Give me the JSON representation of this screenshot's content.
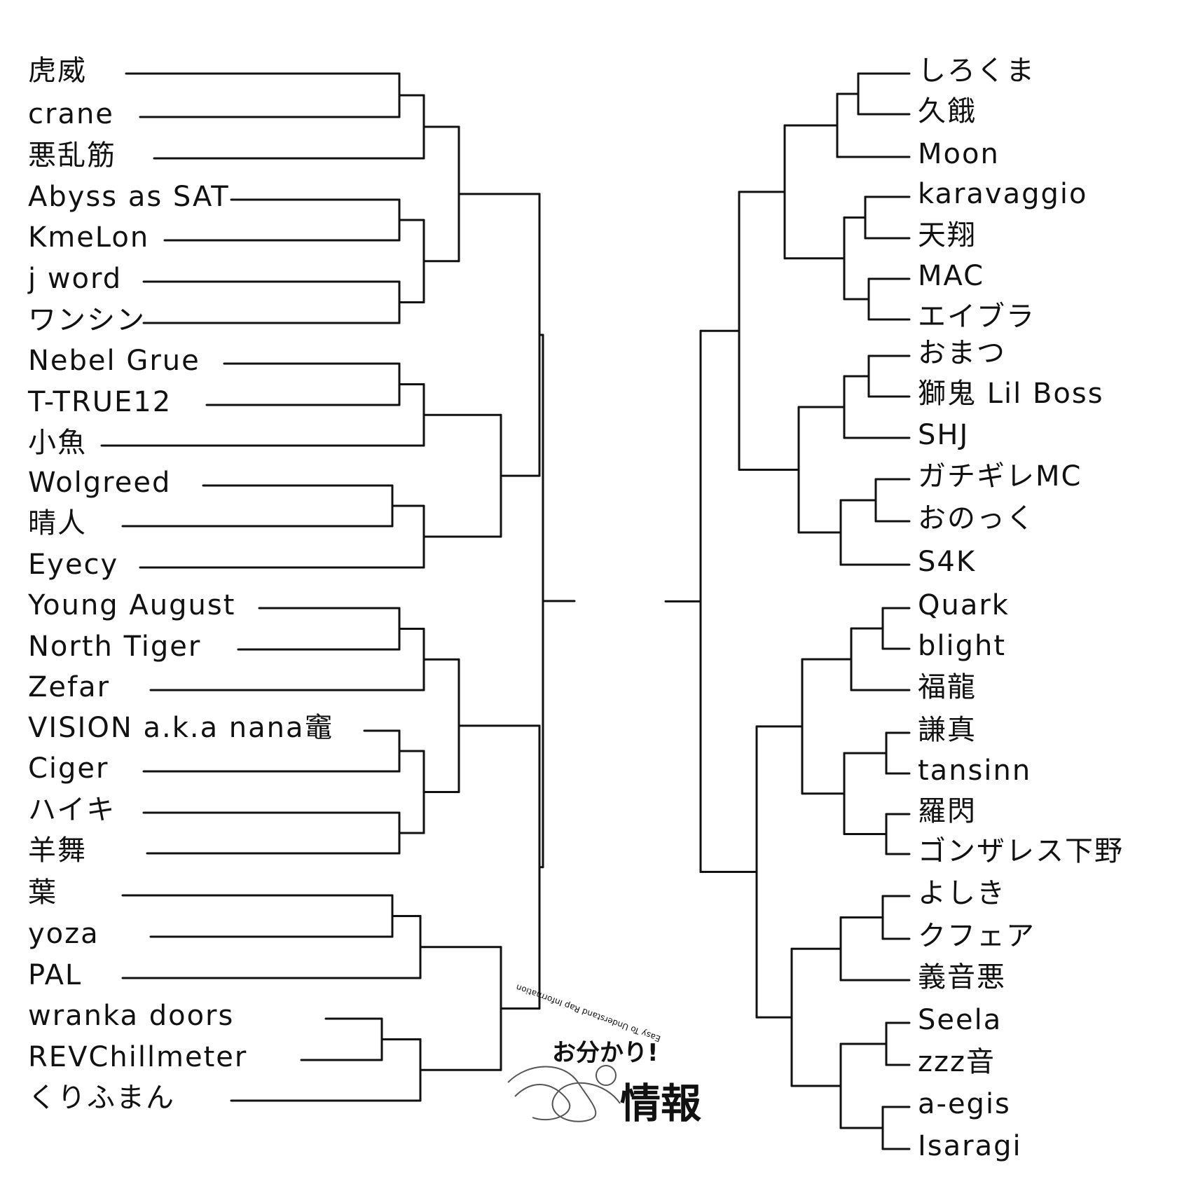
{
  "left": [
    "虎威",
    "crane",
    "悪乱筋",
    "Abyss as SAT",
    "KmeLon",
    "j word",
    "ワンシン",
    "Nebel Grue",
    "T-TRUE12",
    "小魚",
    "Wolgreed",
    "晴人",
    "Eyecy",
    "Young August",
    "North Tiger",
    "Zefar",
    "VISION a.k.a nana竈",
    "Ciger",
    "ハイキ",
    "羊舞",
    "葉",
    "yoza",
    "PAL",
    "wranka doors",
    "REVChillmeter",
    "くりふまん"
  ],
  "right": [
    "しろくま",
    "久餓",
    "Moon",
    "karavaggio",
    "天翔",
    "MAC",
    "エイブラ",
    "おまつ",
    "獅鬼 Lil Boss",
    "SHJ",
    "ガチギレMC",
    "おのっく",
    "S4K",
    "Quark",
    "blight",
    "福龍",
    "謙真",
    "tansinn",
    "羅閃",
    "ゴンザレス下野",
    "よしき",
    "クフェア",
    "義音悪",
    "Seela",
    "zzz音",
    "a-egis",
    "Isaragi"
  ],
  "logo": {
    "top": "お分かり!",
    "main": "情報",
    "sub": "Easy To Understand Rap Information"
  },
  "colors": {
    "ink": "#111111",
    "background": "#ffffff"
  }
}
